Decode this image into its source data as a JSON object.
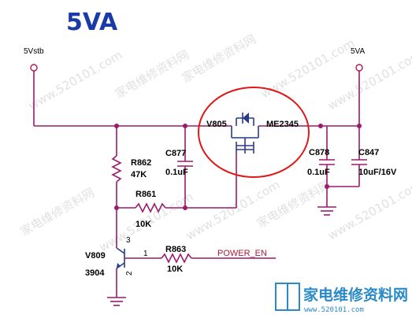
{
  "title": "5VA",
  "rails": {
    "input_label": "5Vstb",
    "output_label": "5VA"
  },
  "components": {
    "mosfet": {
      "ref": "V805",
      "part": "ME2345"
    },
    "c877": {
      "ref": "C877",
      "value": "0.1uF"
    },
    "c878": {
      "ref": "C878",
      "value": "0.1uF"
    },
    "c847": {
      "ref": "C847",
      "value": "10uF/16V"
    },
    "r862": {
      "ref": "R862",
      "value": "47K"
    },
    "r861": {
      "ref": "R861",
      "value": "10K"
    },
    "r863": {
      "ref": "R863",
      "value": "10K"
    },
    "v809": {
      "ref": "V809",
      "part": "3904",
      "pin_base": "1",
      "pin_collector": "3",
      "pin_emitter": "2"
    }
  },
  "net_labels": {
    "power_en": "POWER_EN"
  },
  "watermark": {
    "text_url": "www.520101.com",
    "text_cn": "家电维修资料网",
    "logo_cn": "家电维修资料网",
    "logo_url": "www.520101.com"
  },
  "colors": {
    "wire": "#9a1a6e",
    "title": "#1a3aa8",
    "highlight_circle": "#e01818",
    "net_label": "#b0183a"
  }
}
